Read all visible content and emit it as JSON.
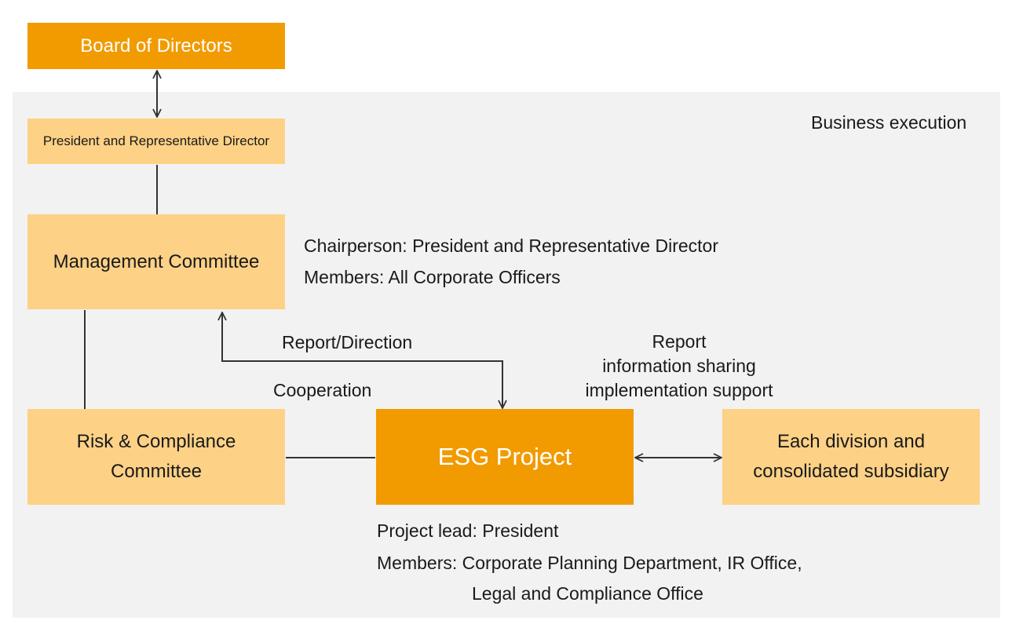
{
  "board": {
    "label": "Board of Directors"
  },
  "business_execution": {
    "label": "Business execution"
  },
  "president": {
    "label": "President and Representative Director"
  },
  "management_committee": {
    "label": "Management Committee",
    "chairperson": "Chairperson: President and Representative Director",
    "members": "Members: All Corporate Officers"
  },
  "risk_committee": {
    "line1": "Risk & Compliance",
    "line2": "Committee"
  },
  "esg_project": {
    "label": "ESG Project",
    "lead": "Project lead: President",
    "members_line1": "Members: Corporate Planning Department, IR Office,",
    "members_line2": "Legal and Compliance Office"
  },
  "divisions": {
    "line1": "Each division and",
    "line2": "consolidated subsidiary"
  },
  "relations": {
    "report_direction": "Report/Direction",
    "cooperation": "Cooperation",
    "report_line1": "Report",
    "report_line2": "information sharing",
    "report_line3": "implementation support"
  },
  "colors": {
    "accent_dark": "#f19b00",
    "accent_light": "#fdd186",
    "panel_bg": "#f2f2f2",
    "line": "#333333"
  }
}
